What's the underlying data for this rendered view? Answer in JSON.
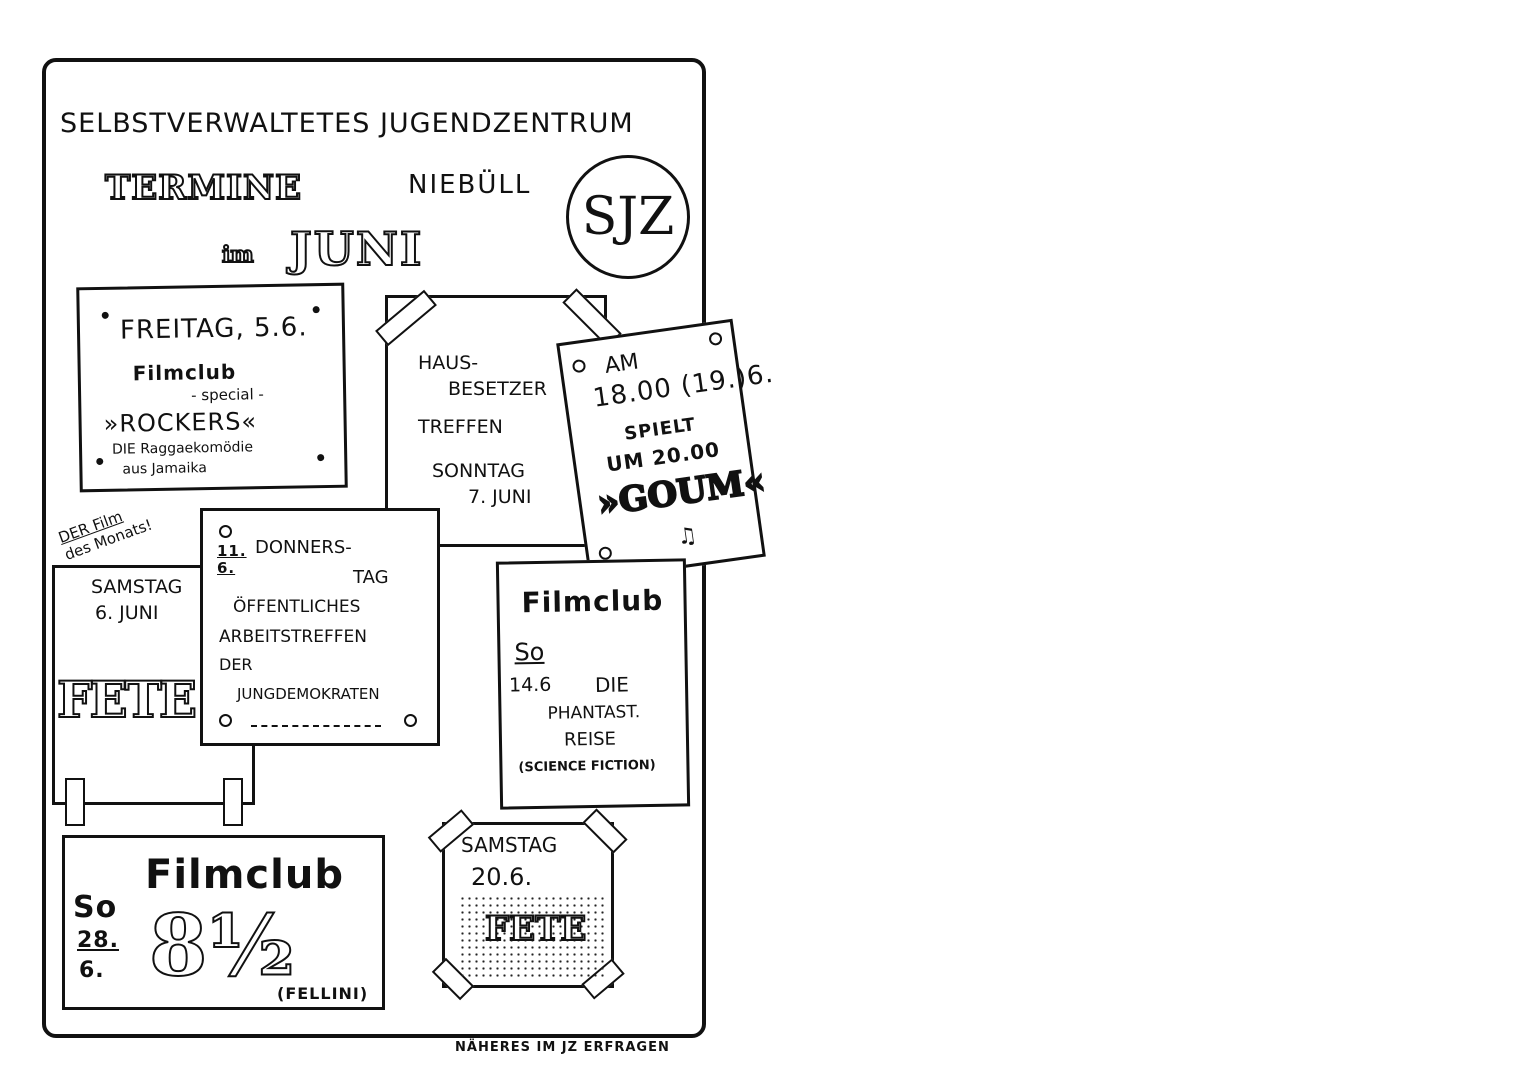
{
  "header": {
    "title": "SELBSTVERWALTETES JUGENDZENTRUM",
    "termine": "TERMINE",
    "town": "NIEBÜLL",
    "im": "im",
    "month": "JUNI",
    "logo": "SJZ"
  },
  "notes": {
    "freitag": {
      "date": "FREITAG, 5.6.",
      "club": "Filmclub",
      "special": "- special -",
      "film": "»ROCKERS«",
      "desc1": "DIE Raggaekomödie",
      "desc2": "aus Jamaika"
    },
    "film_des_monats": {
      "line1": "DER Film",
      "line2": "des Monats!"
    },
    "hausbesetzer": {
      "line1": "HAUS-",
      "line2": "BESETZER",
      "line3": "TREFFEN",
      "day": "SONNTAG",
      "date": "7. JUNI"
    },
    "goum": {
      "am": "AM",
      "date": "18.00 (19.)6.",
      "spielt": "SPIELT",
      "time": "UM 20.00",
      "band": "»GOUM«",
      "note_icon": "music-note"
    },
    "samstag_fete": {
      "day": "SAMSTAG",
      "date": "6. JUNI",
      "event": "FETE"
    },
    "donnerstag": {
      "date": "11. 6.",
      "line1": "DONNERS-",
      "line2": "TAG",
      "line3": "ÖFFENTLICHES",
      "line4": "ARBEITSTREFFEN",
      "line5": "DER",
      "line6": "JUNGDEMOKRATEN"
    },
    "filmclub_phantast": {
      "club": "Filmclub",
      "day": "So",
      "date": "14.6",
      "line1": "DIE",
      "line2": "PHANTAST.",
      "line3": "REISE",
      "genre": "(SCIENCE FICTION)"
    },
    "filmclub_fellini": {
      "club": "Filmclub",
      "day": "So",
      "date1": "28.",
      "date2": "6.",
      "film": "8½",
      "director": "(FELLINI)"
    },
    "samstag_fete2": {
      "day": "SAMSTAG",
      "date": "20.6.",
      "event": "FETE"
    }
  },
  "footer": "NÄHERES IM JZ ERFRAGEN"
}
